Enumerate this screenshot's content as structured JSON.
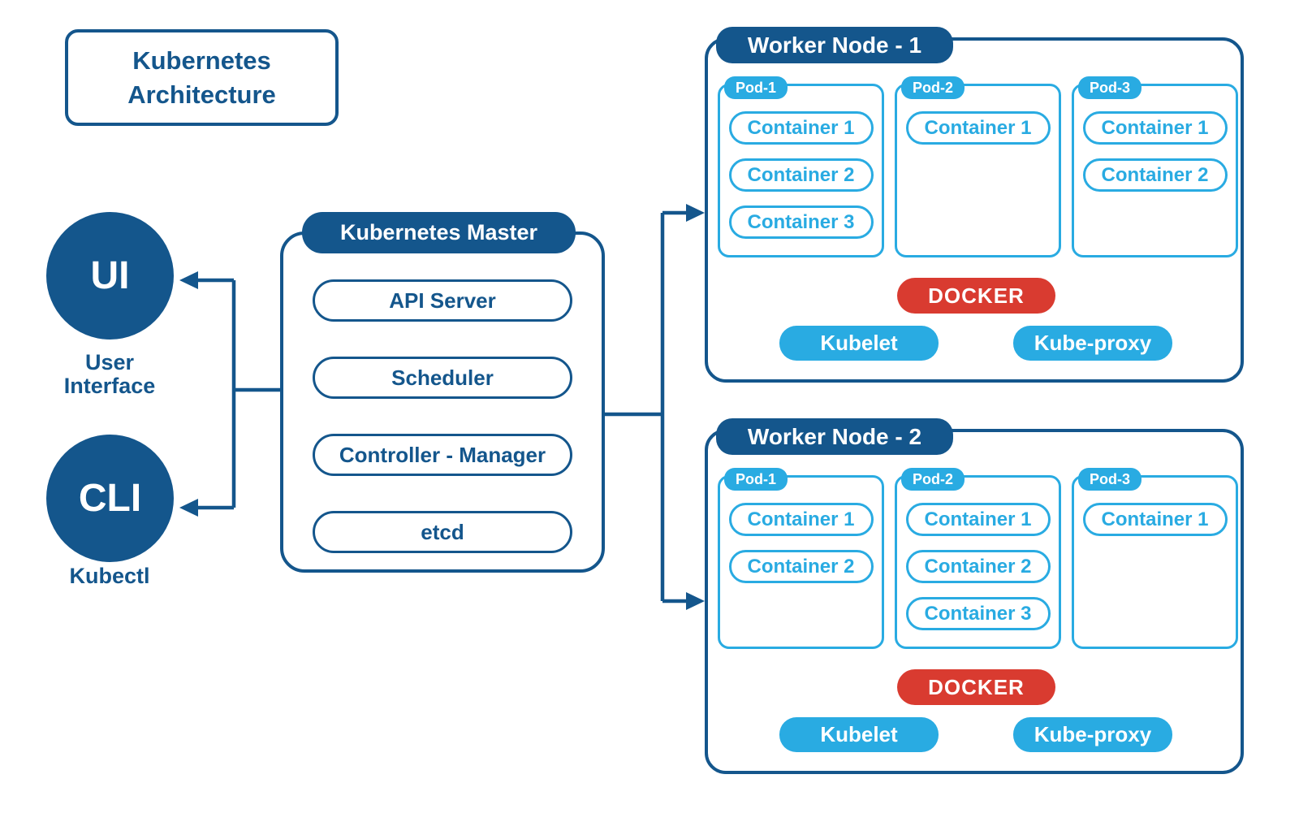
{
  "colors": {
    "dark_blue": "#14568C",
    "light_blue": "#29ABE2",
    "docker_red": "#D93B30"
  },
  "title": {
    "line1": "Kubernetes",
    "line2": "Architecture"
  },
  "clients": [
    {
      "abbr": "UI",
      "label_lines": [
        "User",
        "Interface"
      ]
    },
    {
      "abbr": "CLI",
      "label_lines": [
        "Kubectl"
      ]
    }
  ],
  "master": {
    "title": "Kubernetes Master",
    "components": [
      "API Server",
      "Scheduler",
      "Controller - Manager",
      "etcd"
    ]
  },
  "worker_nodes": [
    {
      "title": "Worker Node - 1",
      "pods": [
        {
          "name": "Pod-1",
          "containers": [
            "Container 1",
            "Container 2",
            "Container 3"
          ]
        },
        {
          "name": "Pod-2",
          "containers": [
            "Container 1"
          ]
        },
        {
          "name": "Pod-3",
          "containers": [
            "Container 1",
            "Container 2"
          ]
        }
      ],
      "runtime": "DOCKER",
      "services": [
        "Kubelet",
        "Kube-proxy"
      ]
    },
    {
      "title": "Worker Node - 2",
      "pods": [
        {
          "name": "Pod-1",
          "containers": [
            "Container 1",
            "Container 2"
          ]
        },
        {
          "name": "Pod-2",
          "containers": [
            "Container 1",
            "Container 2",
            "Container 3"
          ]
        },
        {
          "name": "Pod-3",
          "containers": [
            "Container 1"
          ]
        }
      ],
      "runtime": "DOCKER",
      "services": [
        "Kubelet",
        "Kube-proxy"
      ]
    }
  ]
}
